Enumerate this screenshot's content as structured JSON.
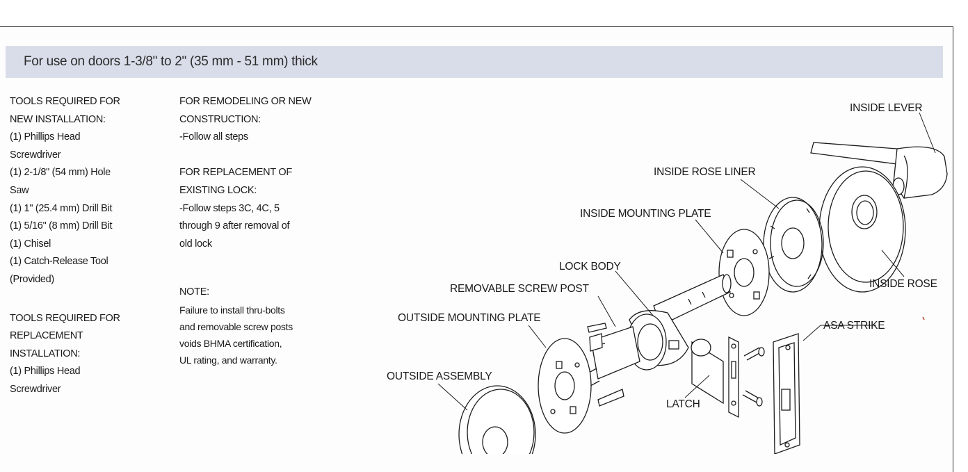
{
  "banner": {
    "text": "For use on doors 1-3/8\" to 2\" (35 mm - 51 mm) thick"
  },
  "tools_new": {
    "lines": [
      "TOOLS REQUIRED FOR",
      "NEW INSTALLATION:",
      "(1) Phillips Head",
      "Screwdriver",
      "(1) 2-1/8\" (54 mm) Hole",
      "Saw",
      "(1) 1\" (25.4 mm) Drill Bit",
      "(1) 5/16\" (8 mm) Drill Bit",
      "(1) Chisel",
      "(1) Catch-Release Tool",
      "(Provided)"
    ]
  },
  "tools_replacement": {
    "lines": [
      "TOOLS REQUIRED FOR",
      "REPLACEMENT",
      "INSTALLATION:",
      "(1) Phillips Head",
      "Screwdriver"
    ]
  },
  "remodeling": {
    "lines": [
      "FOR REMODELING OR NEW",
      "CONSTRUCTION:",
      "-Follow all steps"
    ]
  },
  "replacement": {
    "lines": [
      "FOR REPLACEMENT OF",
      "EXISTING LOCK:",
      "-Follow steps 3C, 4C, 5",
      "through 9 after removal of",
      "old lock"
    ]
  },
  "note": {
    "title": "NOTE:",
    "lines": [
      "Failure to install thru-bolts",
      "and removable screw posts",
      "voids BHMA certification,",
      "UL rating, and warranty."
    ]
  },
  "diagram": {
    "labels": {
      "inside_lever": "INSIDE LEVER",
      "inside_rose_liner": "INSIDE ROSE LINER",
      "inside_mounting_plate": "INSIDE MOUNTING PLATE",
      "lock_body": "LOCK BODY",
      "removable_screw_post": "REMOVABLE SCREW POST",
      "outside_mounting_plate": "OUTSIDE MOUNTING PLATE",
      "inside_rose": "INSIDE ROSE",
      "asa_strike": "ASA STRIKE",
      "outside_assembly": "OUTSIDE ASSEMBLY",
      "latch": "LATCH"
    }
  }
}
